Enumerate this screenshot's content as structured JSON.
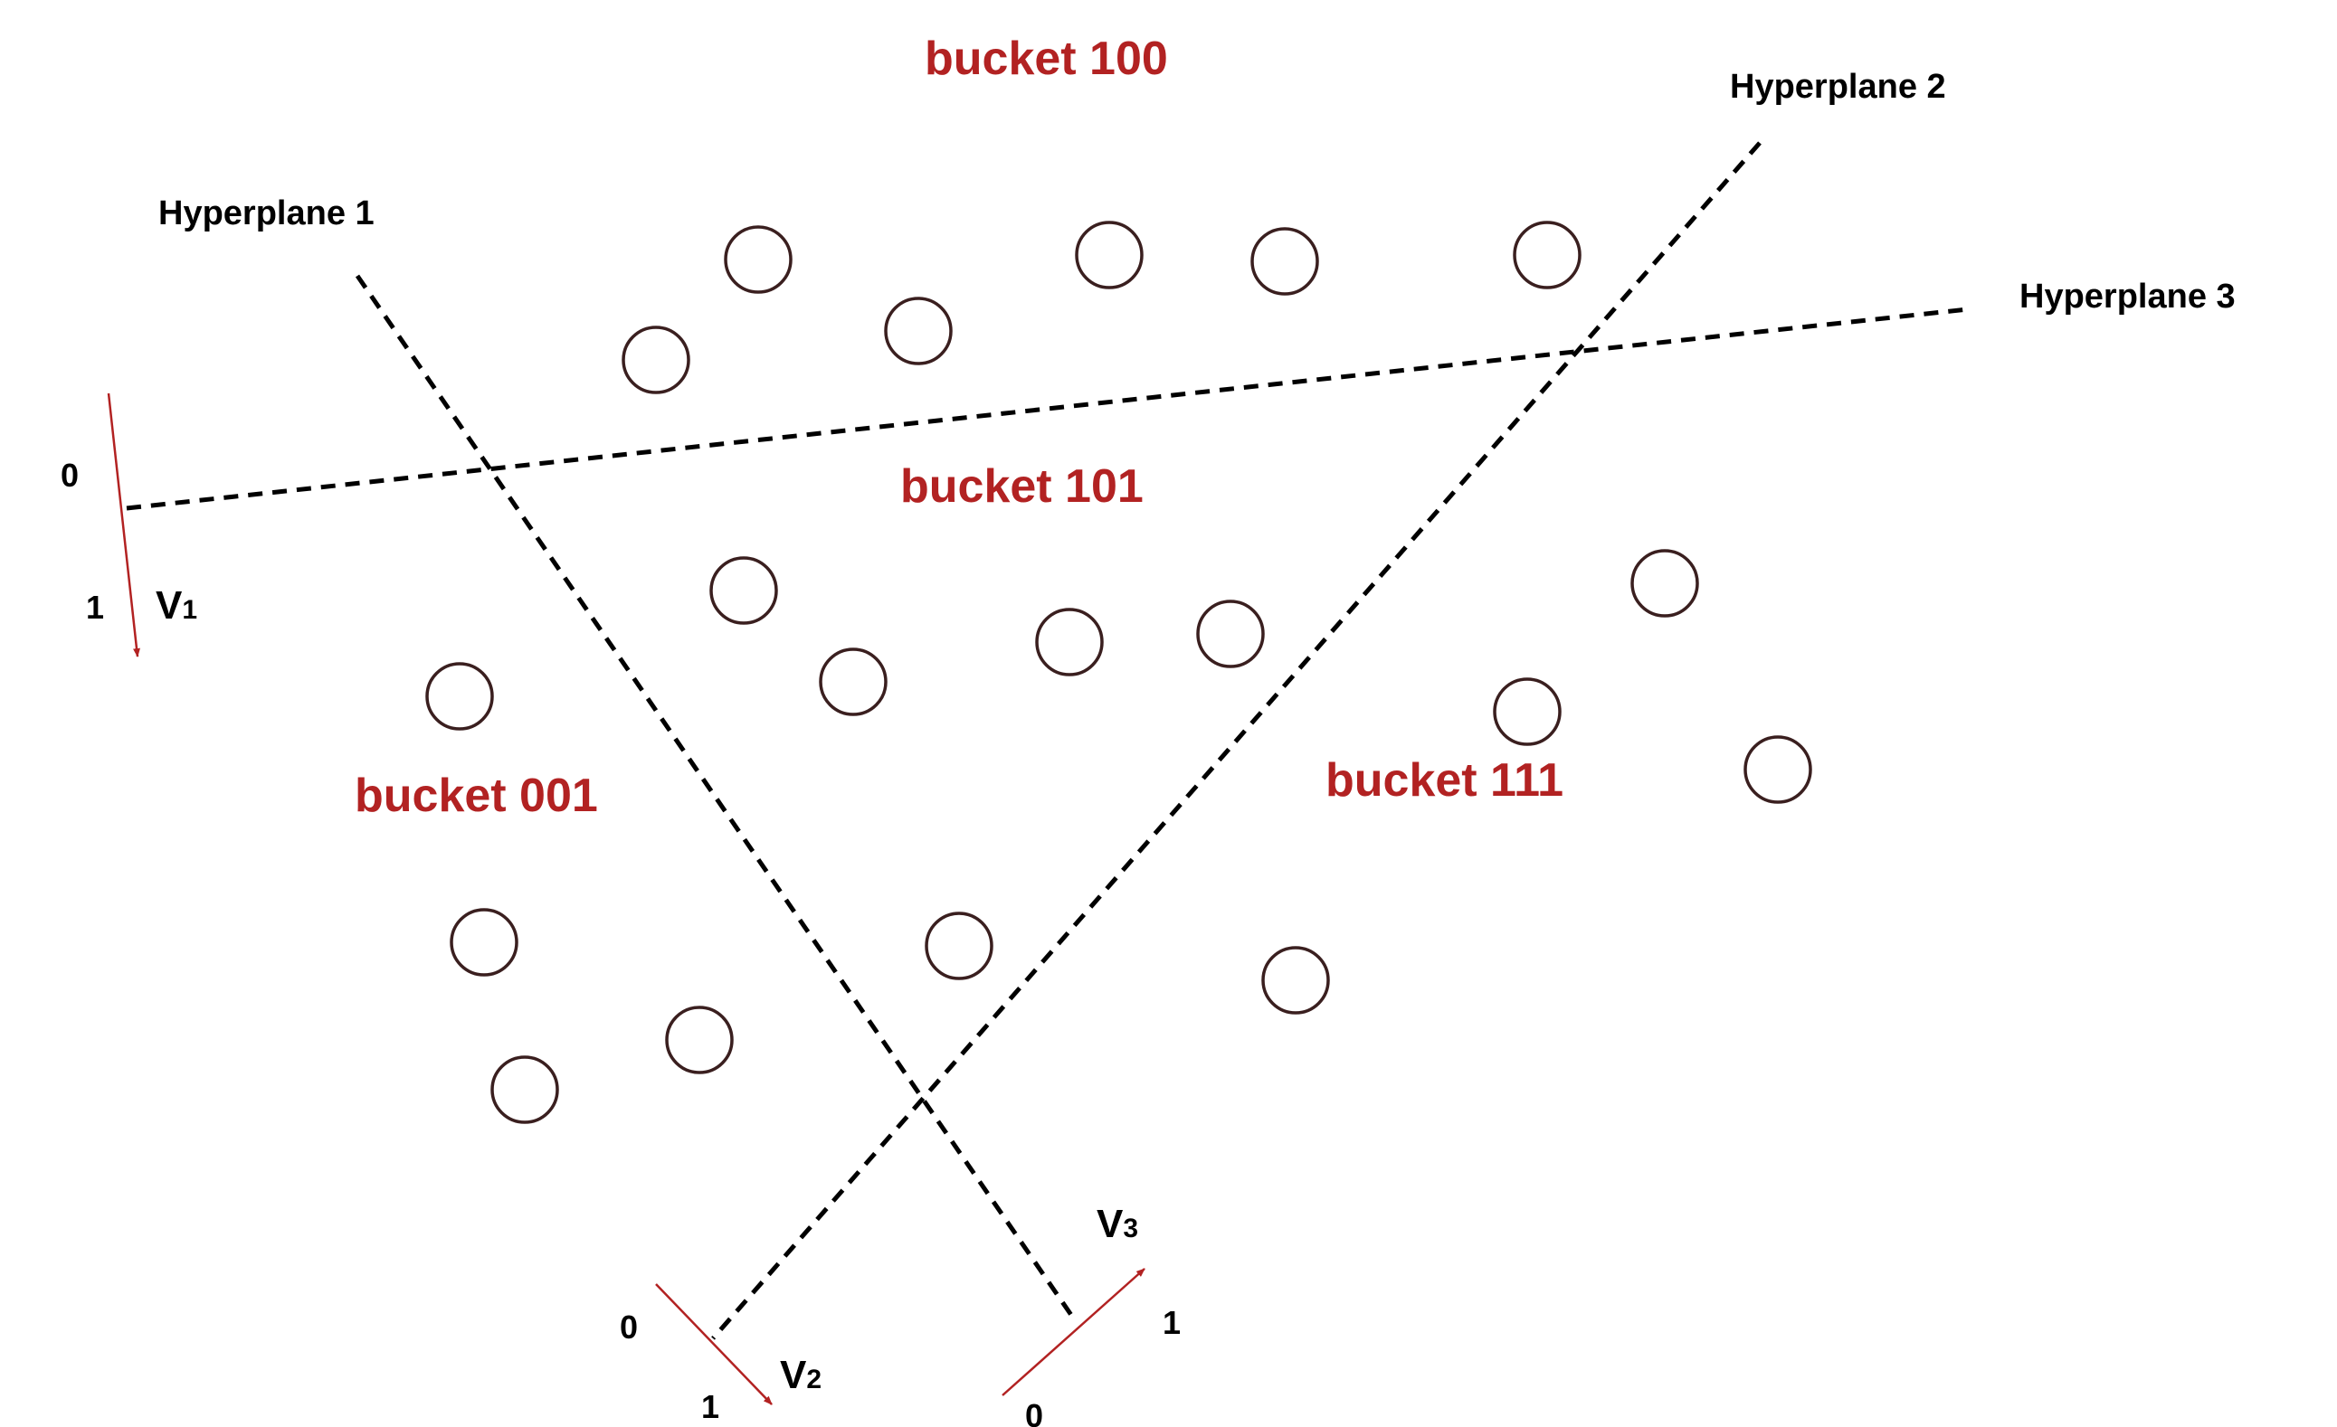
{
  "colors": {
    "bucket_label": "#b22222",
    "vector_arrow": "#b22222",
    "point_stroke": "#3a1f1f",
    "hyperplane": "#000000"
  },
  "hyperplanes": [
    {
      "label": "Hyperplane 1"
    },
    {
      "label": "Hyperplane 2"
    },
    {
      "label": "Hyperplane 3"
    }
  ],
  "buckets": [
    {
      "label": "bucket 100"
    },
    {
      "label": "bucket 101"
    },
    {
      "label": "bucket 001"
    },
    {
      "label": "bucket 111"
    }
  ],
  "vectors": [
    {
      "name": "V",
      "subscript": "1",
      "bit_start": "0",
      "bit_end": "1"
    },
    {
      "name": "V",
      "subscript": "2",
      "bit_start": "0",
      "bit_end": "1"
    },
    {
      "name": "V",
      "subscript": "3",
      "bit_start": "0",
      "bit_end": "1"
    }
  ]
}
